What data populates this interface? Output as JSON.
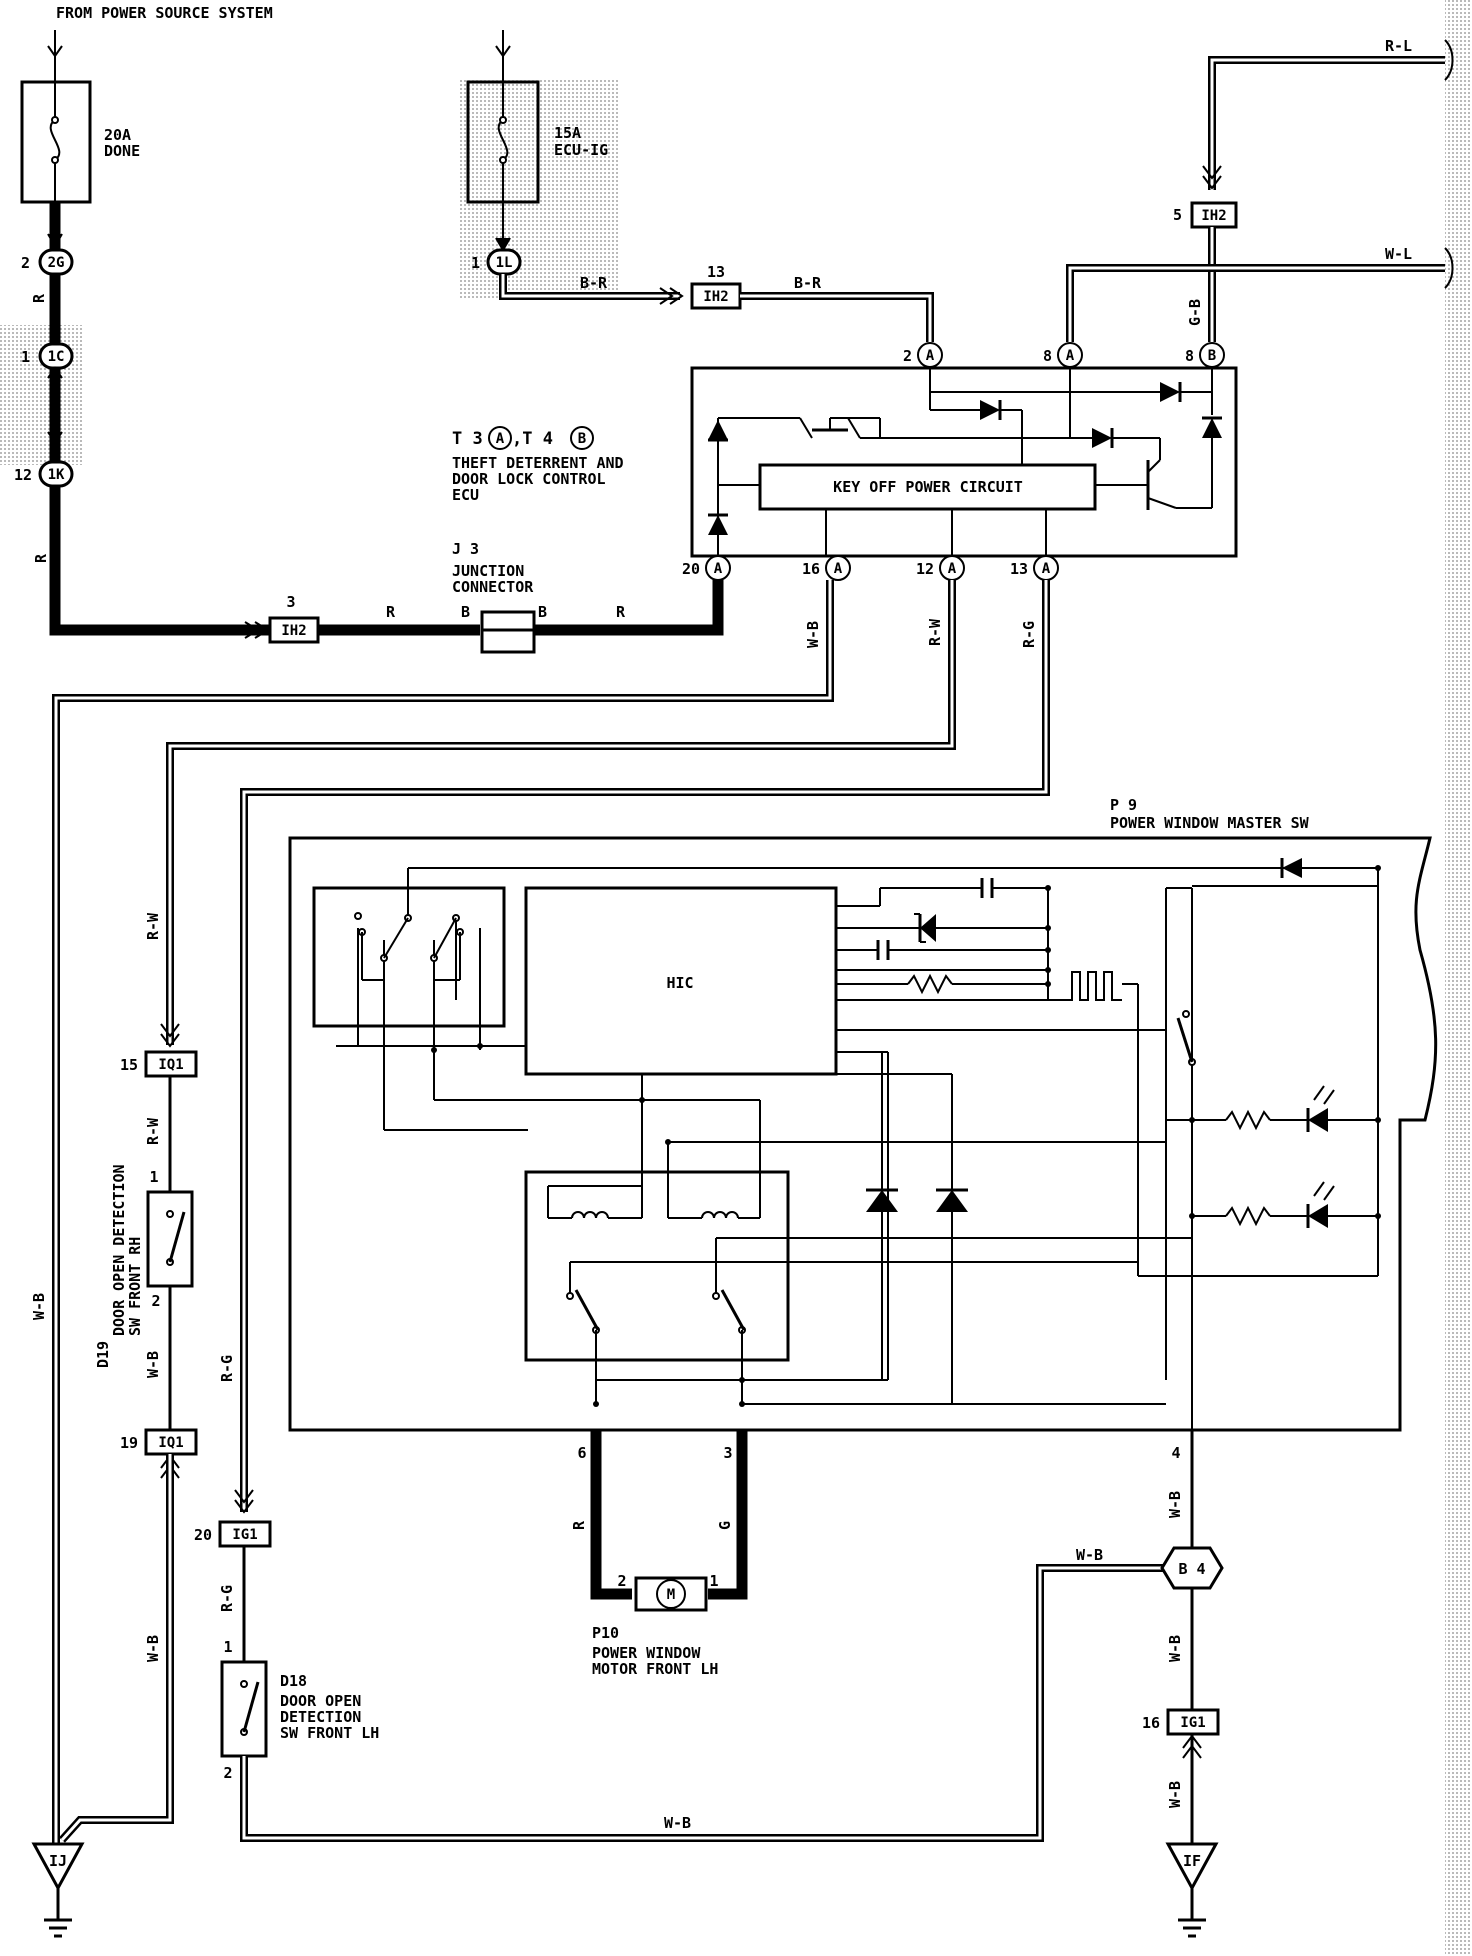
{
  "labels": {
    "from_source": "FROM POWER SOURCE SYSTEM",
    "fuse_dome_amp": "20A",
    "fuse_dome_name": "DONE",
    "fuse_ecu_amp": "15A",
    "fuse_ecu_name": "ECU-IG",
    "ecu_title": "T 3",
    "ecu_title2": ",T 4",
    "ecu_desc1": "THEFT DETERRENT AND",
    "ecu_desc2": "DOOR LOCK CONTROL",
    "ecu_desc3": "ECU",
    "key_off": "KEY OFF POWER CIRCUIT",
    "j3_title": "J 3",
    "j3_desc1": "JUNCTION",
    "j3_desc2": "CONNECTOR",
    "p9_title": "P 9",
    "p9_desc": "POWER WINDOW MASTER SW",
    "hic": "HIC",
    "p10_title": "P10",
    "p10_desc1": "POWER WINDOW",
    "p10_desc2": "MOTOR FRONT LH",
    "motor": "M",
    "d19_title": "D19",
    "d19_desc1": "DOOR OPEN DETECTION",
    "d19_desc2": "SW FRONT RH",
    "d18_title": "D18",
    "d18_desc1": "DOOR OPEN",
    "d18_desc2": "DETECTION",
    "d18_desc3": "SW FRONT LH",
    "b4": "B 4",
    "ground_ij": "IJ",
    "ground_if": "IF"
  },
  "connectors": {
    "c2g": "2G",
    "c1c": "1C",
    "c1k": "1K",
    "c1l": "1L",
    "ih2": "IH2",
    "iq1": "IQ1",
    "ig1": "IG1",
    "a": "A",
    "b": "B"
  },
  "pins": {
    "p2_2g": "2",
    "p1_1c": "1",
    "p12_1k": "12",
    "p1_1l": "1",
    "p13_ih2": "13",
    "p5_ih2": "5",
    "p3_ih2": "3",
    "p2a": "2",
    "p8a": "8",
    "p8b": "8",
    "p20a": "20",
    "p16a": "16",
    "p12a": "12",
    "p13a": "13",
    "p15_iq1": "15",
    "p19_iq1": "19",
    "p20_ig1": "20",
    "p16_ig1": "16",
    "d19_1": "1",
    "d19_2": "2",
    "d18_1": "1",
    "d18_2": "2",
    "p9_6": "6",
    "p9_3": "3",
    "p9_4": "4",
    "m2": "2",
    "m1": "1"
  },
  "wires": {
    "rl": "R-L",
    "wl": "W-L",
    "gb": "G-B",
    "br": "B-R",
    "r": "R",
    "b": "B",
    "wb": "W-B",
    "rw": "R-W",
    "rg": "R-G",
    "g": "G"
  }
}
